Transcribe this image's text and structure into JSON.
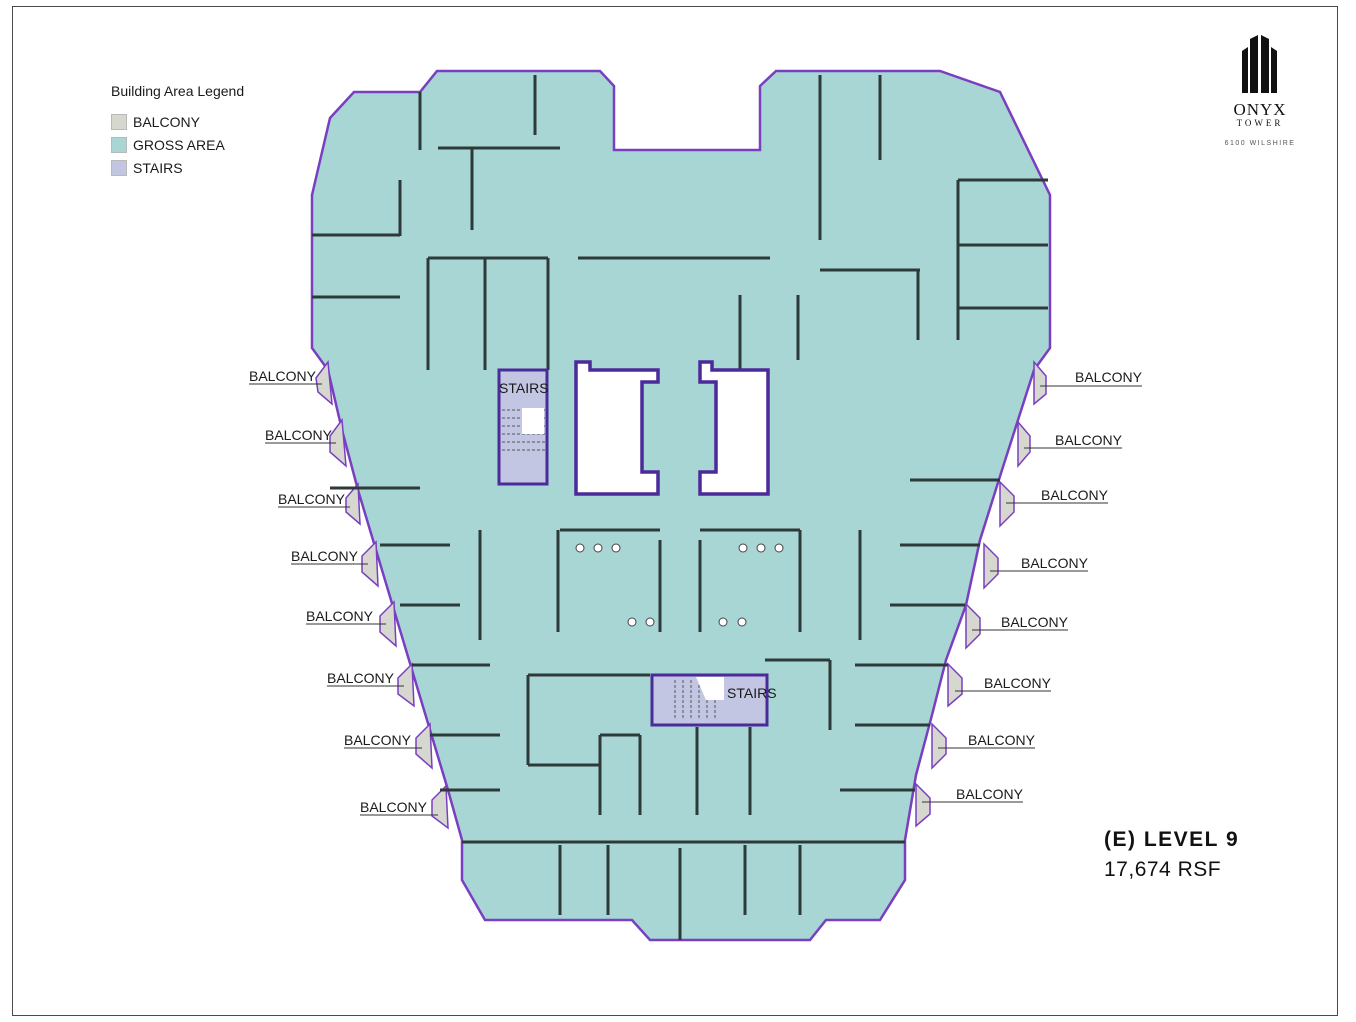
{
  "legend": {
    "title": "Building Area Legend",
    "items": [
      {
        "label": "BALCONY",
        "color": "#d6d8d0"
      },
      {
        "label": "GROSS AREA",
        "color": "#a8d6d4"
      },
      {
        "label": "STAIRS",
        "color": "#c3c6e3"
      }
    ]
  },
  "logo": {
    "name": "ONYX",
    "subtitle": "TOWER",
    "address": "6100 WILSHIRE"
  },
  "level": {
    "title": "(E) LEVEL 9",
    "area": "17,674 RSF"
  },
  "plan": {
    "colors": {
      "gross_area": "#a8d6d4",
      "balcony": "#d6d8d0",
      "stairs": "#c3c6e3",
      "outline": "#7a3fc0",
      "core_outline": "#4b2a9a",
      "walls": "#2e3a3a"
    },
    "stairs_labels": [
      "STAIRS",
      "STAIRS"
    ],
    "balcony_labels_left": [
      "BALCONY",
      "BALCONY",
      "BALCONY",
      "BALCONY",
      "BALCONY",
      "BALCONY",
      "BALCONY",
      "BALCONY"
    ],
    "balcony_labels_right": [
      "BALCONY",
      "BALCONY",
      "BALCONY",
      "BALCONY",
      "BALCONY",
      "BALCONY",
      "BALCONY",
      "BALCONY"
    ]
  }
}
